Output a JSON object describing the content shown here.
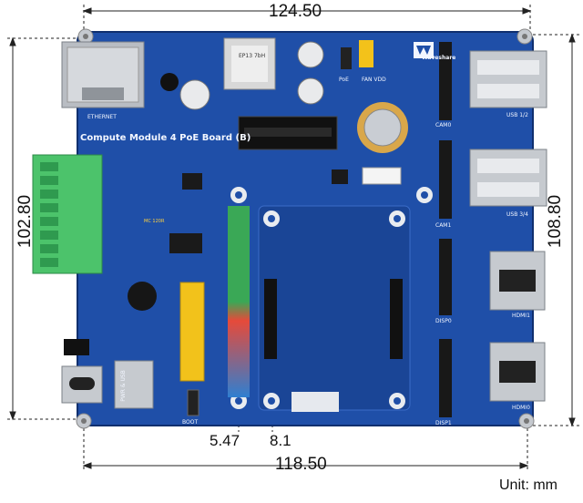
{
  "dimensions": {
    "top_width": "124.50",
    "bottom_width": "118.50",
    "left_height": "102.80",
    "right_height": "108.80",
    "offset_1": "5.47",
    "offset_2": "8.1",
    "unit": "Unit: mm"
  },
  "board": {
    "title": "Compute Module 4 PoE Board (B)",
    "brand": "Waveshare",
    "labels": {
      "ethernet": "ETHERNET",
      "cam0": "CAM0",
      "cam1": "CAM1",
      "disp0": "DISP0",
      "disp1": "DISP1",
      "usb12": "USB 1/2",
      "usb34": "USB 3/4",
      "hdmi1": "HDMI1",
      "hdmi0": "HDMI0",
      "poe": "PoE",
      "fan_vdd": "FAN VDD",
      "boot": "BOOT",
      "pwr_usb": "PWR & USB",
      "mc": "MC 120R",
      "dcdc": "EP13 7bH"
    }
  },
  "colors": {
    "pcb": "#1f4fa8",
    "pcb_dark": "#173e88",
    "silk": "#f2f6ff",
    "terminal": "#4cc36b",
    "metal": "#c9cdd3",
    "header_yellow": "#f2c21b"
  }
}
